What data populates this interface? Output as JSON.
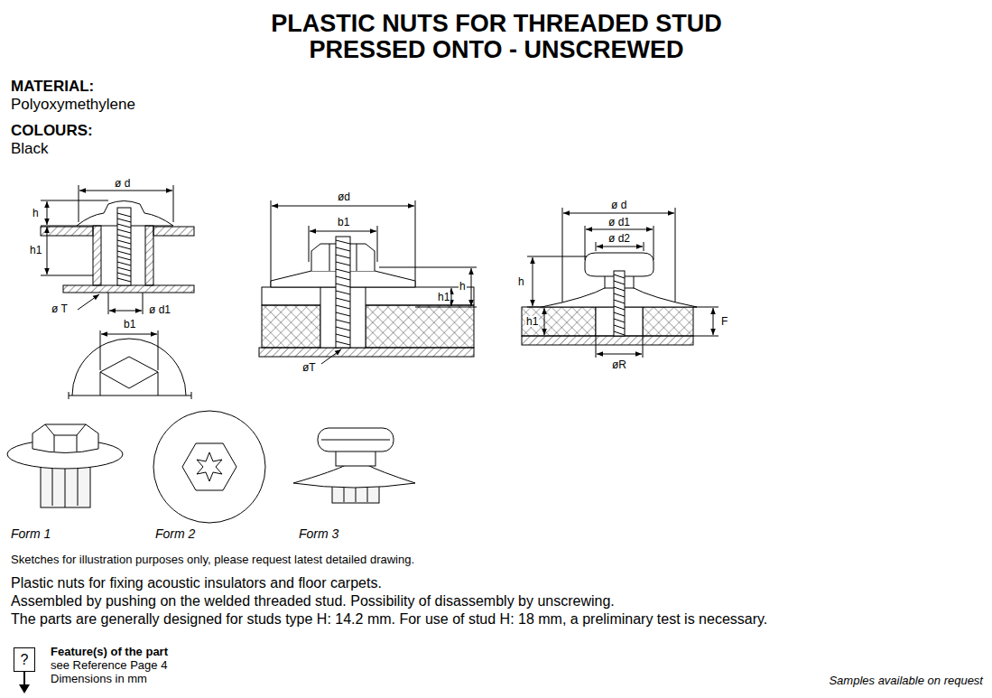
{
  "diagram": {
    "title": "PLASTIC NUTS FOR THREADED STUD PRESSED ONTO - UNSCREWED",
    "nodes": [
      {
        "text": [
          "?"
        ]
      }
    ],
    "labels": [
      "MATERIAL:",
      "Polyoxymethylene",
      "COLOURS:",
      "Black",
      "ø d",
      "h",
      "h1",
      "ø T",
      "ø d1",
      "b1",
      "ød",
      "b1",
      "h",
      "h1",
      "øT",
      "ø d",
      "ø d1",
      "ø d2",
      "h",
      "h1",
      "F",
      "øR",
      "Form 1",
      "Form 2",
      "Form 3",
      "Sketches for illustration purposes only, please request latest detailed drawing.",
      "Plastic nuts for fixing acoustic insulators and floor carpets.",
      "Assembled by pushing on the welded threaded stud. Possibility of disassembly by unscrewing.",
      "The parts are generally designed for studs type H: 14.2 mm. For use of stud H: 18 mm, a preliminary test is necessary.",
      "Feature(s) of the part",
      "see Reference Page 4",
      "Dimensions in mm",
      "Samples available on request"
    ]
  }
}
